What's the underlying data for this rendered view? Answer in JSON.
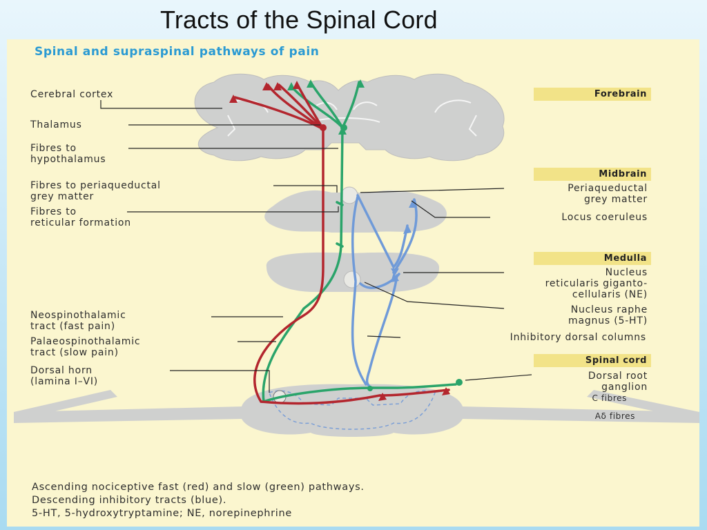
{
  "slide": {
    "title": "Tracts of the Spinal Cord"
  },
  "diagram": {
    "heading": "Spinal and supraspinal pathways of pain",
    "regions": {
      "forebrain": "Forebrain",
      "midbrain": "Midbrain",
      "medulla": "Medulla",
      "spinal_cord": "Spinal cord"
    },
    "labels_left": {
      "cerebral_cortex": "Cerebral cortex",
      "thalamus": "Thalamus",
      "fibres_hypothalamus_1": "Fibres to",
      "fibres_hypothalamus_2": "hypothalamus",
      "fibres_pag_1": "Fibres to periaqueductal",
      "fibres_pag_2": "grey matter",
      "fibres_reticular_1": "Fibres to",
      "fibres_reticular_2": "reticular formation",
      "neospino_1": "Neospinothalamic",
      "neospino_2": "tract (fast pain)",
      "palaeospino_1": "Palaeospinothalamic",
      "palaeospino_2": "tract (slow pain)",
      "dorsal_horn_1": "Dorsal horn",
      "dorsal_horn_2": "(lamina I–VI)"
    },
    "labels_right": {
      "pag_1": "Periaqueductal",
      "pag_2": "grey matter",
      "locus": "Locus coeruleus",
      "nrgc_1": "Nucleus",
      "nrgc_2": "reticularis giganto-",
      "nrgc_3": "cellularis (NE)",
      "raphe_1": "Nucleus raphe",
      "raphe_2": "magnus (5-HT)",
      "inhibitory": "Inhibitory dorsal columns",
      "drg_1": "Dorsal root",
      "drg_2": "ganglion",
      "c_fibres": "C fibres",
      "ad_fibres": "Aδ fibres"
    },
    "colors": {
      "fast_pain": "#b3262e",
      "slow_pain": "#2aa46a",
      "descending": "#6f9ad8",
      "tissue": "#cfd0cf",
      "region_tag": "#f2e388",
      "heading": "#2a9ad3"
    },
    "caption": [
      "Ascending nociceptive fast (red) and slow (green) pathways.",
      "Descending inhibitory tracts (blue).",
      "5-HT, 5-hydroxytryptamine; NE, norepinephrine"
    ]
  }
}
